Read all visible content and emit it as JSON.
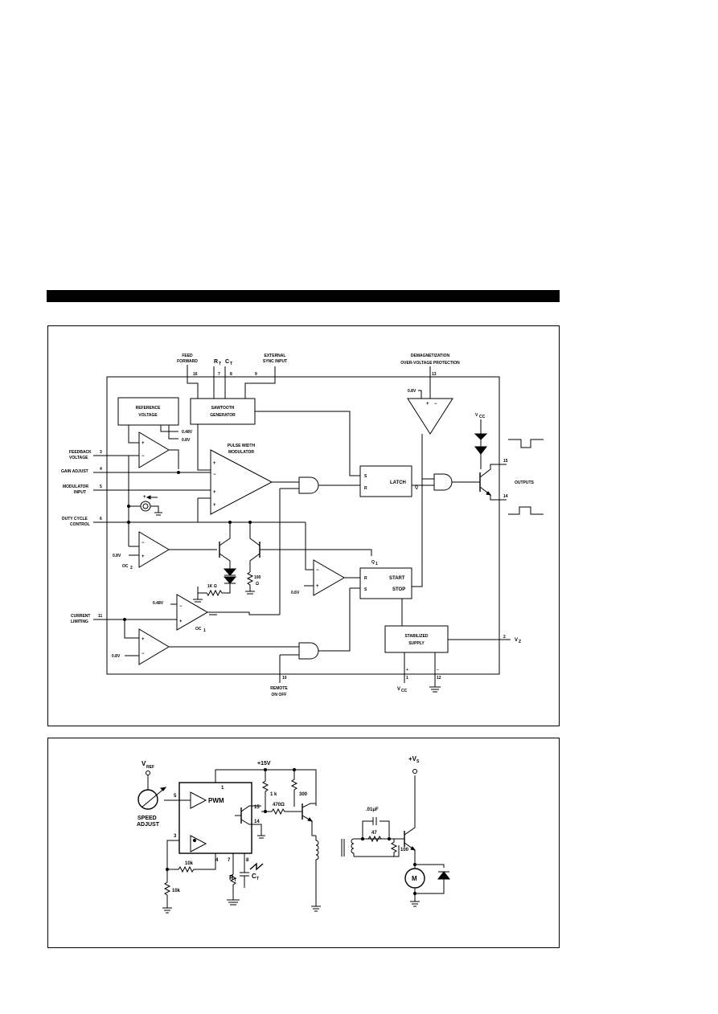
{
  "block_diagram": {
    "top_labels": {
      "feed_forward_1": "FEED",
      "feed_forward_2": "FORWARD",
      "rt": "R",
      "rt_sub": "T",
      "ct": "C",
      "ct_sub": "T",
      "ext_sync_1": "EXTERNAL",
      "ext_sync_2": "SYNC INPUT",
      "demag_1": "DEMAGNETIZATION",
      "demag_2": "OVER-VOLTAGE PROTECTION"
    },
    "pins": {
      "p16": "16",
      "p7": "7",
      "p8": "8",
      "p9": "9",
      "p13": "13",
      "p3": "3",
      "p4": "4",
      "p5": "5",
      "p6": "6",
      "p11": "11",
      "p15": "15",
      "p14": "14",
      "p2": "2",
      "p1": "1",
      "p12": "12",
      "p10": "10"
    },
    "blocks": {
      "ref_1": "REFERENCE",
      "ref_2": "VOLTAGE",
      "saw_1": "SAWTOOTH",
      "saw_2": "GENERATOR",
      "pwm_1": "PULSE WIDTH",
      "pwm_2": "MODULATOR",
      "latch": "LATCH",
      "latch_s": "S",
      "latch_r": "R",
      "latch_q": "Q",
      "ss_r": "R",
      "ss_s": "S",
      "ss_start": "START",
      "ss_stop": "STOP",
      "stab_1": "STABILIZED",
      "stab_2": "SUPPLY"
    },
    "left_labels": {
      "feedback_1": "FEEDBACK",
      "feedback_2": "VOLTAGE",
      "gain": "GAIN ADJUST",
      "mod_1": "MODULATOR",
      "mod_2": "INPUT",
      "duty_1": "DUTY CYCLE",
      "duty_2": "CONTROL",
      "cur_1": "CURRENT",
      "cur_2": "LIMITING"
    },
    "values": {
      "v08_a": "0.8V",
      "v048_a": "0.48V",
      "v08_b": "0.8V",
      "v08_oc2": "0.8V",
      "v08_ss": "0.6V",
      "v048_b": "0.48V",
      "v08_c": "0.8V",
      "oc2": "OC",
      "oc2_sub": "2",
      "oc1": "OC",
      "oc1_sub": "1",
      "q1": "Q",
      "q1_sub": "1",
      "r1k": "1K Ω",
      "r100_1": "100",
      "r100_2": "Ω",
      "plus": "+",
      "minus": "−"
    },
    "right_labels": {
      "vcc": "V",
      "vcc_sub": "CC",
      "outputs": "OUTPUTS",
      "vz": "V",
      "vz_sub": "Z",
      "vcc_bottom": "V",
      "vcc_bottom_sub": "CC",
      "remote_1": "REMOTE",
      "remote_2": "ON OFF"
    }
  },
  "application": {
    "vref": "V",
    "vref_sub": "REF",
    "speed_1": "SPEED",
    "speed_2": "ADJUST",
    "pwm": "PWM",
    "v15": "+15V",
    "vs": "+V",
    "vs_sub": "S",
    "r1k": "1 k",
    "r300": "300",
    "r470": "470Ω",
    "c01": ".01μF",
    "r47": "47",
    "r100": "100",
    "r10k_a": "10k",
    "r10k_b": "10k",
    "rt": "R",
    "rt_sub": "T",
    "ct": "C",
    "ct_sub": "T",
    "motor": "M",
    "pins": {
      "p1": "1",
      "p5": "5",
      "p15": "15",
      "p14": "14",
      "p3": "3",
      "p4": "4",
      "p7": "7",
      "p8": "8"
    }
  }
}
